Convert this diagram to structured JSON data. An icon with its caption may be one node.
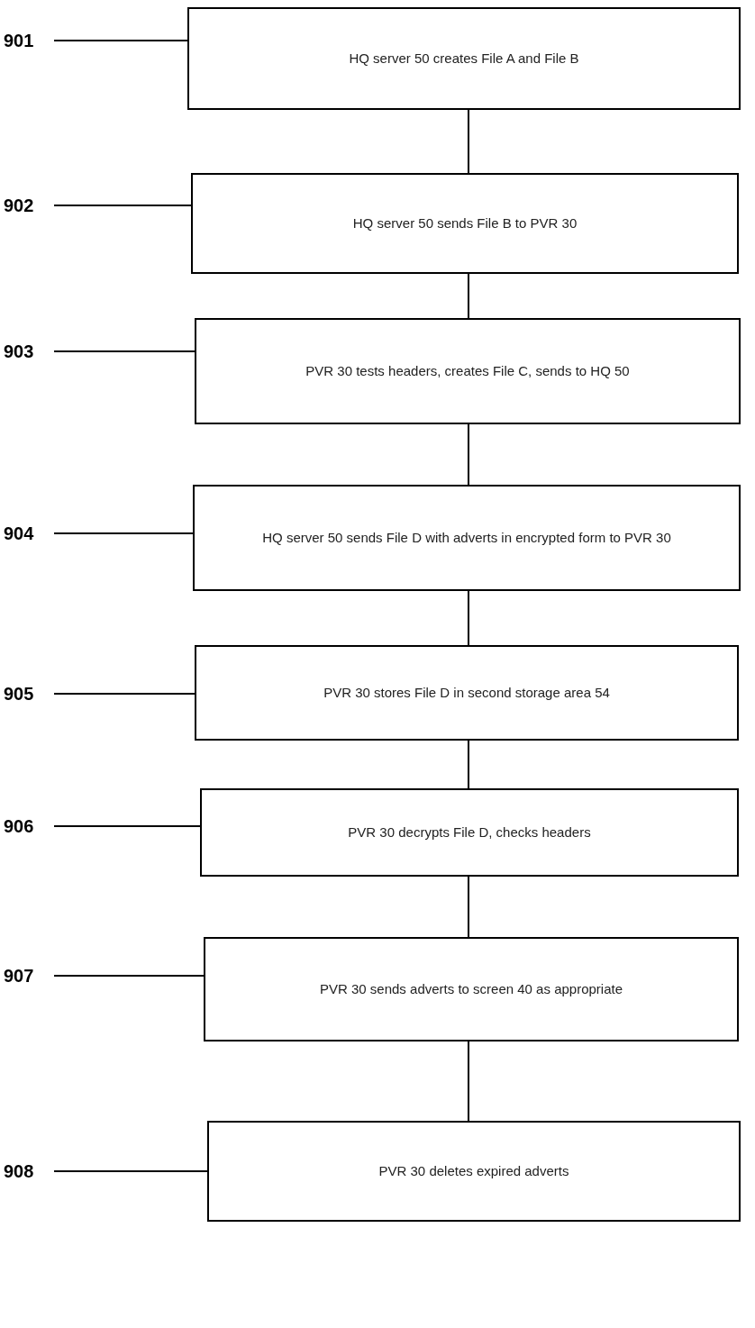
{
  "diagram": {
    "nodes": [
      {
        "text": [
          "901"
        ]
      },
      {
        "text": [
          "HQ server 50 creates File A and File B"
        ]
      },
      {
        "text": [
          "902"
        ]
      },
      {
        "text": [
          "HQ server 50 sends File B to PVR 30"
        ]
      },
      {
        "text": [
          "903"
        ]
      },
      {
        "text": [
          "PVR 30 tests headers, creates File C, sends to HQ 50"
        ]
      },
      {
        "text": [
          "904"
        ]
      },
      {
        "text": [
          "HQ server 50 sends File D with adverts in encrypted form to PVR 30"
        ]
      },
      {
        "text": [
          "905"
        ]
      },
      {
        "text": [
          "PVR 30 stores File D in second storage area 54"
        ]
      },
      {
        "text": [
          "906"
        ]
      },
      {
        "text": [
          "PVR 30 decrypts File D, checks headers"
        ]
      },
      {
        "text": [
          "907"
        ]
      },
      {
        "text": [
          "PVR 30 sends adverts to screen 40 as appropriate"
        ]
      },
      {
        "text": [
          "908"
        ]
      },
      {
        "text": [
          "PVR 30 deletes expired adverts"
        ]
      }
    ],
    "edges": [
      {
        "from": 1,
        "to": 3,
        "arrow": "none"
      },
      {
        "from": 3,
        "to": 5,
        "arrow": "none"
      },
      {
        "from": 5,
        "to": 7,
        "arrow": "none"
      },
      {
        "from": 7,
        "to": 9,
        "arrow": "none"
      },
      {
        "from": 9,
        "to": 11,
        "arrow": "none"
      },
      {
        "from": 11,
        "to": 13,
        "arrow": "none"
      },
      {
        "from": 13,
        "to": 15,
        "arrow": "none"
      },
      {
        "from": 0,
        "to": 1,
        "arrow": "none"
      },
      {
        "from": 2,
        "to": 3,
        "arrow": "none"
      },
      {
        "from": 4,
        "to": 5,
        "arrow": "none"
      },
      {
        "from": 6,
        "to": 7,
        "arrow": "none"
      },
      {
        "from": 8,
        "to": 9,
        "arrow": "none"
      },
      {
        "from": 10,
        "to": 11,
        "arrow": "none"
      },
      {
        "from": 12,
        "to": 13,
        "arrow": "none"
      },
      {
        "from": 14,
        "to": 15,
        "arrow": "none"
      }
    ]
  }
}
